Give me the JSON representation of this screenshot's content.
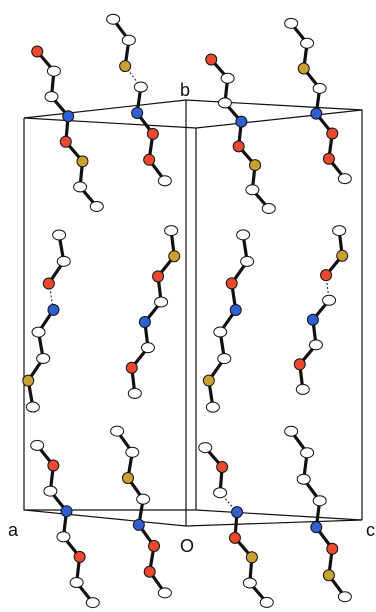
{
  "axis_labels": {
    "a": "a",
    "b": "b",
    "c": "c",
    "origin": "O"
  },
  "colors": {
    "carbon": "#ffffff",
    "oxygen": "#e8492f",
    "nitrogen": "#2f5fd0",
    "sulfur": "#c9a132",
    "bond": "#111111"
  }
}
